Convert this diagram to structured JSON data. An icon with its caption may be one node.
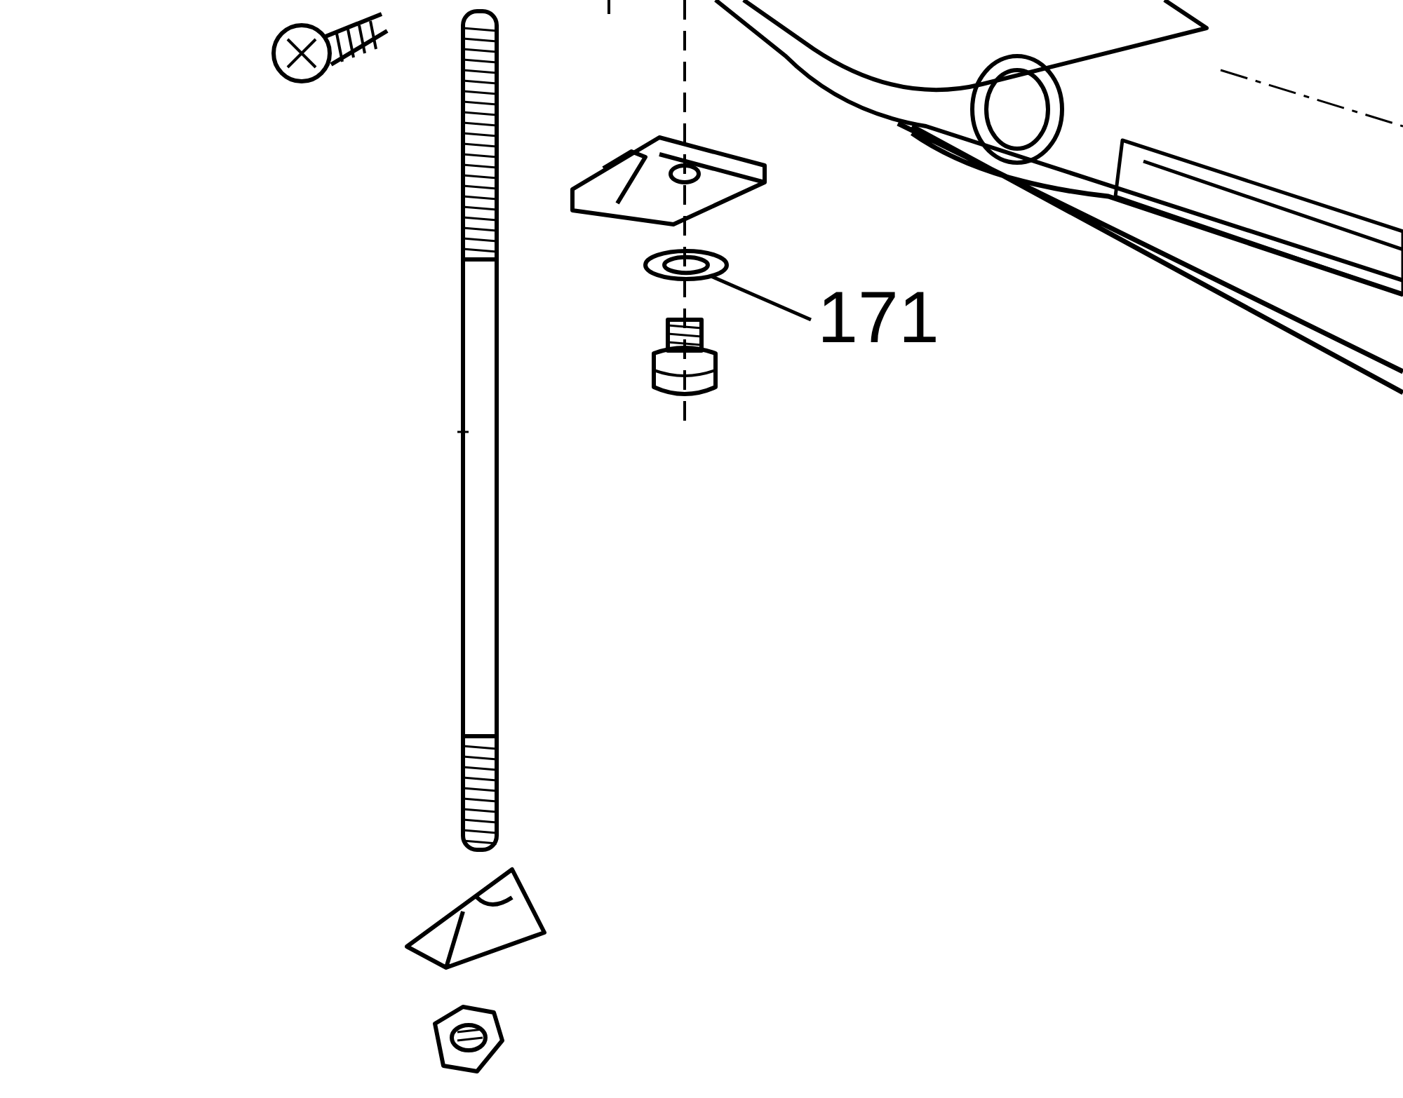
{
  "diagram": {
    "nodes": [
      {
        "text": [
          "171"
        ]
      },
      {
        "text": [],
        "shape": "picture"
      }
    ],
    "edges": [
      {
        "from": 0,
        "to": 1,
        "arrow": "none"
      }
    ]
  }
}
